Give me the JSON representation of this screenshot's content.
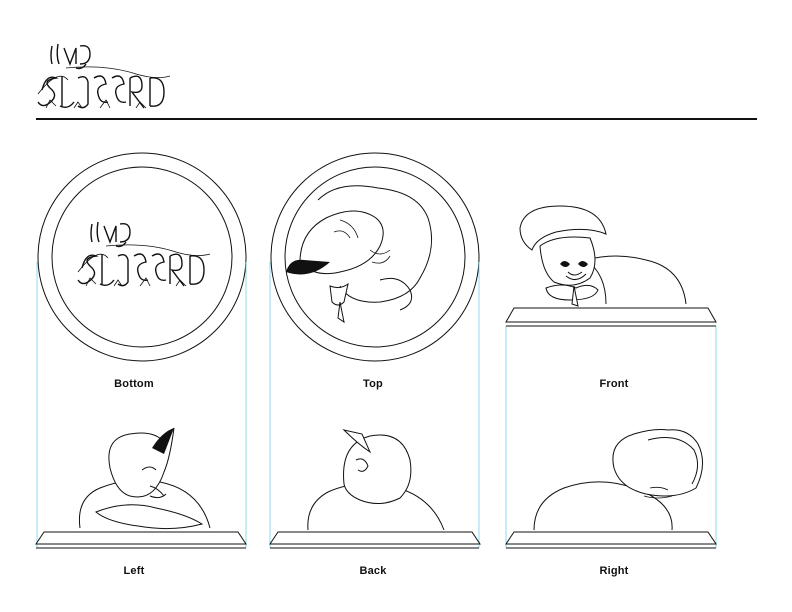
{
  "sheet": {
    "logo_text": "MEW SLEEPERS",
    "colors": {
      "line": "#111111",
      "guide": "#6fd3ef"
    }
  },
  "views": {
    "bottom": "Bottom",
    "top": "Top",
    "front": "Front",
    "left": "Left",
    "back": "Back",
    "right": "Right"
  }
}
